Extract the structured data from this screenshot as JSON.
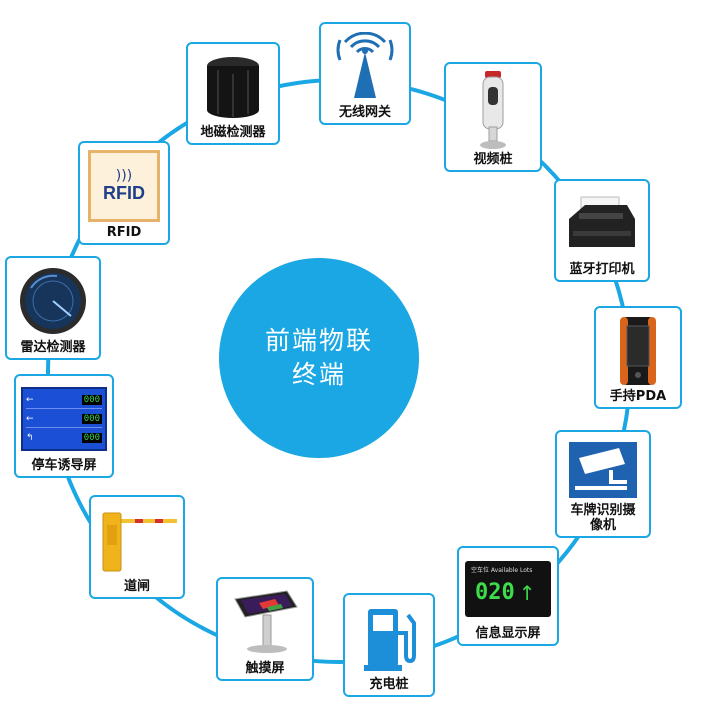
{
  "center": {
    "line1": "前端物联",
    "line2": "终端"
  },
  "nodes": [
    {
      "label": "无线网关",
      "icon": "wifi-antenna-icon"
    },
    {
      "label": "视频桩",
      "icon": "video-pole-icon"
    },
    {
      "label": "蓝牙打印机",
      "icon": "printer-icon"
    },
    {
      "label": "手持PDA",
      "icon": "handheld-pda-icon"
    },
    {
      "label": "车牌识别摄\n像机",
      "icon": "cctv-camera-icon"
    },
    {
      "label": "信息显示屏",
      "icon": "display-screen-icon",
      "screen_title": "空车位 Available Lots",
      "screen_value": "020"
    },
    {
      "label": "充电桩",
      "icon": "charging-pile-icon"
    },
    {
      "label": "触摸屏",
      "icon": "touch-screen-kiosk-icon"
    },
    {
      "label": "道闸",
      "icon": "barrier-gate-icon"
    },
    {
      "label": "停车诱导屏",
      "icon": "guidance-screen-icon",
      "rows": [
        "000",
        "000",
        "000"
      ]
    },
    {
      "label": "雷达检测器",
      "icon": "radar-detector-icon"
    },
    {
      "label": "RFID",
      "icon": "rfid-tag-icon",
      "tag_text": "RFID"
    },
    {
      "label": "地磁检测器",
      "icon": "geomagnetic-sensor-icon"
    }
  ],
  "colors": {
    "accent": "#1ba7e3"
  }
}
